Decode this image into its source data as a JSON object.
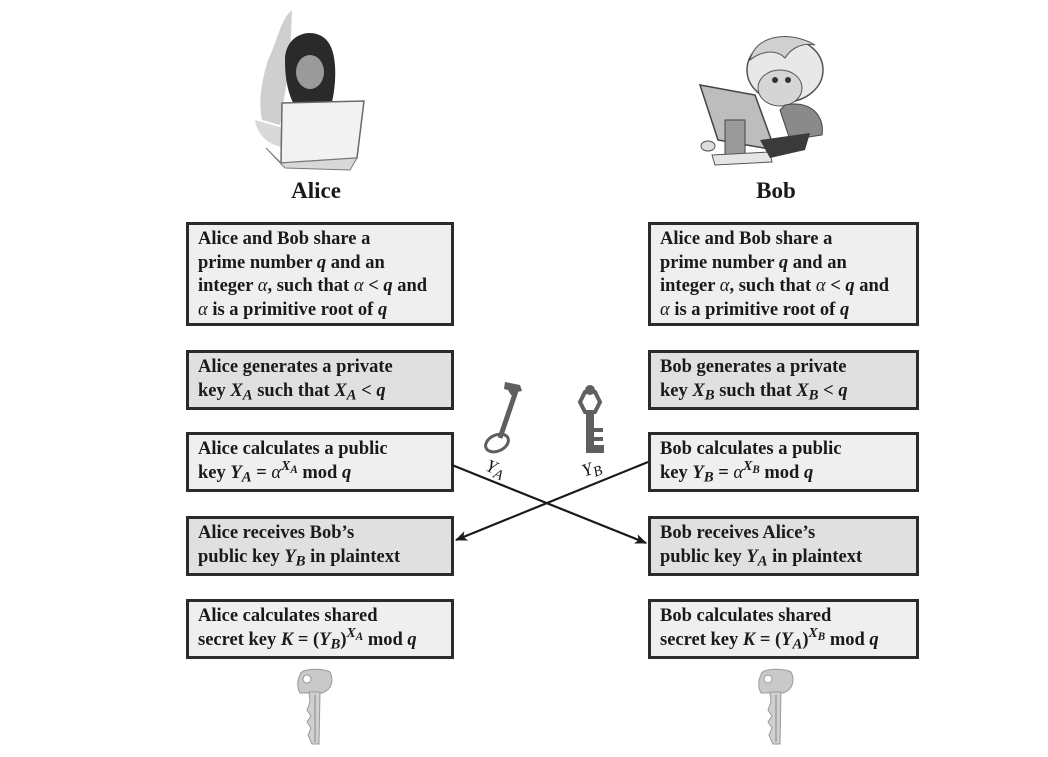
{
  "parties": {
    "alice": {
      "name": "Alice",
      "illustration": "woman-with-laptop-illustration"
    },
    "bob": {
      "name": "Bob",
      "illustration": "boy-at-computer-illustration"
    }
  },
  "alice_steps": [
    {
      "line1": "Alice and Bob share a",
      "line2a": "prime number ",
      "line2v": "q",
      "line2b": " and an",
      "line3a": "integer ",
      "line3g": "α",
      "line3b": ", such that ",
      "line3g2": "α",
      "line3c": " < ",
      "line3v": "q",
      "line3d": " and",
      "line4g": "α",
      "line4a": " is a primitive root of ",
      "line4v": "q"
    },
    {
      "line1": "Alice generates a private",
      "line2a": "key ",
      "var": "X",
      "sub": "A",
      "line2b": " such that ",
      "var2": "X",
      "sub2": "A",
      "line2c": " < ",
      "q": "q"
    },
    {
      "line1": "Alice calculates a public",
      "line2a": "key ",
      "var": "Y",
      "sub": "A",
      "eq": " = ",
      "base": "α",
      "exp": "X",
      "expsub": "A",
      "tail": " mod ",
      "q": "q"
    },
    {
      "line1": "Alice receives Bob’s",
      "line2a": "public key ",
      "var": "Y",
      "sub": "B",
      "line2b": " in plaintext"
    },
    {
      "line1": "Alice calculates shared",
      "line2a": "secret key ",
      "k": "K",
      "eq": " = (",
      "var": "Y",
      "sub": "B",
      "close": ")",
      "exp": "X",
      "expsub": "A",
      "tail": " mod ",
      "q": "q"
    }
  ],
  "bob_steps": [
    {
      "line1": "Alice and Bob share a",
      "line2a": "prime number ",
      "line2v": "q",
      "line2b": " and an",
      "line3a": "integer ",
      "line3g": "α",
      "line3b": ", such that ",
      "line3g2": "α",
      "line3c": " < ",
      "line3v": "q",
      "line3d": " and",
      "line4g": "α",
      "line4a": " is a primitive root of ",
      "line4v": "q"
    },
    {
      "line1": "Bob generates a private",
      "line2a": "key ",
      "var": "X",
      "sub": "B",
      "line2b": " such that ",
      "var2": "X",
      "sub2": "B",
      "line2c": " < ",
      "q": "q"
    },
    {
      "line1": "Bob calculates a public",
      "line2a": "key ",
      "var": "Y",
      "sub": "B",
      "eq": " = ",
      "base": "α",
      "exp": "X",
      "expsub": "B",
      "tail": " mod ",
      "q": "q"
    },
    {
      "line1": "Bob receives Alice’s",
      "line2a": "public key ",
      "var": "Y",
      "sub": "A",
      "line2b": " in plaintext"
    },
    {
      "line1": "Bob calculates shared",
      "line2a": "secret key ",
      "k": "K",
      "eq": " = (",
      "var": "Y",
      "sub": "A",
      "close": ")",
      "exp": "X",
      "expsub": "B",
      "tail": " mod ",
      "q": "q"
    }
  ],
  "exchange": {
    "alice_public_key_label": {
      "var": "Y",
      "sub": "A"
    },
    "bob_public_key_label": {
      "var": "Y",
      "sub": "B"
    },
    "alice_key_icon": "skeleton-key-icon",
    "bob_key_icon": "skeleton-key-icon",
    "shared_key_icon": "house-key-icon"
  },
  "colors": {
    "box_border": "#2b2b2b",
    "box_light": "#efefef",
    "box_dark": "#e0e0e0",
    "key_gray": "#5f5f5f",
    "arrow": "#1a1a1a"
  }
}
